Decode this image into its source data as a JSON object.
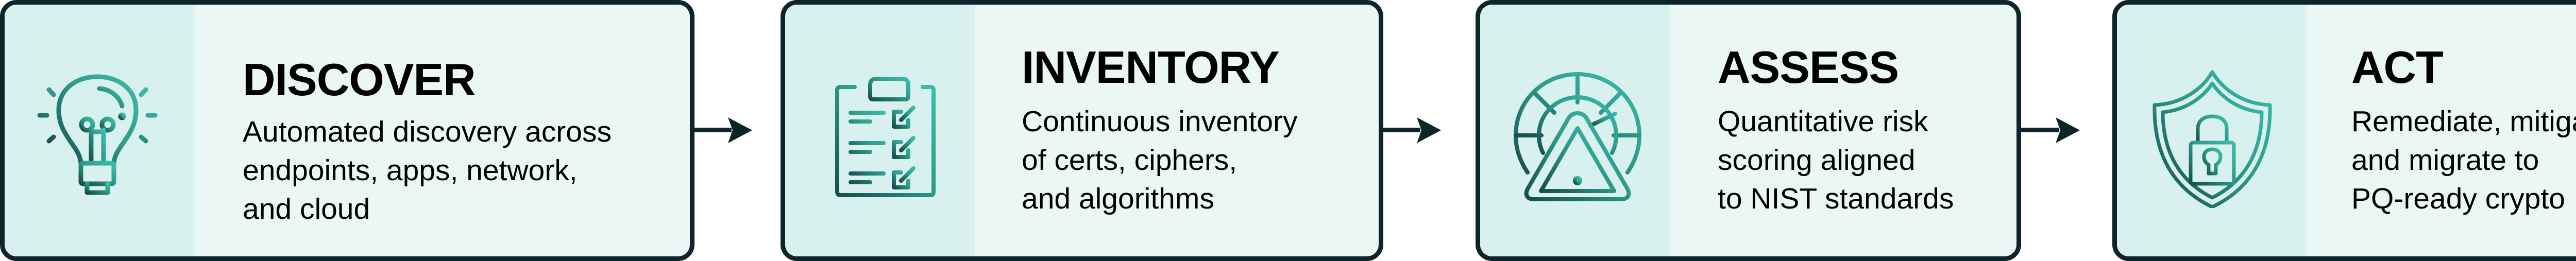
{
  "diagram": {
    "type": "process-flow",
    "steps": [
      {
        "id": "discover",
        "title": "DISCOVER",
        "icon": "lightbulb-icon",
        "lines": [
          "Automated discovery across",
          "endpoints, apps, network,",
          "and cloud"
        ]
      },
      {
        "id": "inventory",
        "title": "INVENTORY",
        "icon": "clipboard-checklist-icon",
        "lines": [
          "Continuous inventory",
          "of certs, ciphers,",
          "and algorithms"
        ]
      },
      {
        "id": "assess",
        "title": "ASSESS",
        "icon": "risk-gauge-warning-icon",
        "lines": [
          "Quantitative risk",
          "scoring aligned",
          "to NIST standards"
        ]
      },
      {
        "id": "act",
        "title": "ACT",
        "icon": "shield-lock-icon",
        "lines": [
          "Remediate, mitigate,",
          "and migrate to",
          "PQ-ready crypto"
        ]
      }
    ],
    "connectors": [
      {
        "from": "discover",
        "to": "inventory"
      },
      {
        "from": "inventory",
        "to": "assess"
      },
      {
        "from": "assess",
        "to": "act"
      }
    ],
    "colors": {
      "border": "#0e242b",
      "icon_panel": "#d8f1ee",
      "text_panel": "#eaf7f5",
      "icon_gradient_light": "#3abdaa",
      "icon_gradient_dark": "#164f4b",
      "text": "#000000"
    }
  }
}
